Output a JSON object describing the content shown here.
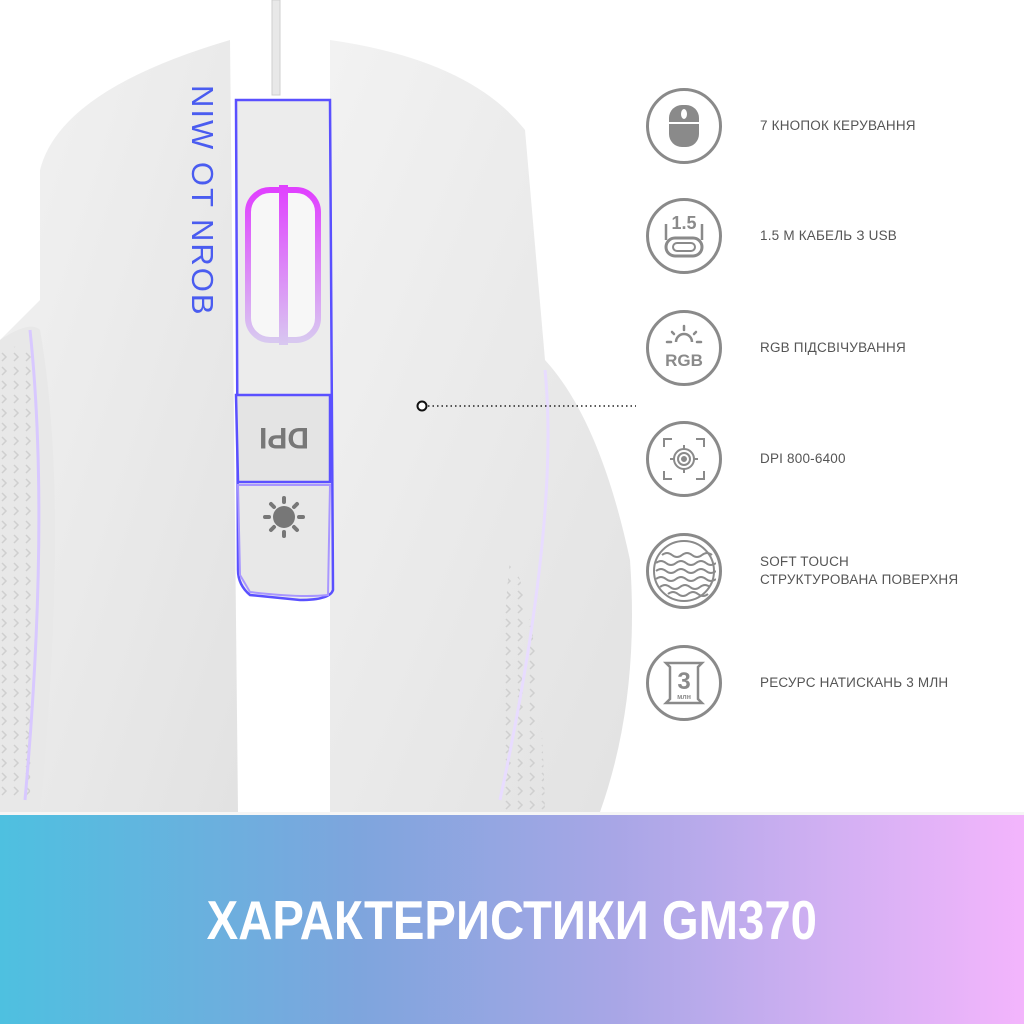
{
  "product": {
    "mouse_print_text": "BORN TO WIN",
    "dpi_button_label": "DPI"
  },
  "features": [
    {
      "icon": "mouse-icon",
      "label": "7 КНОПОК КЕРУВАННЯ"
    },
    {
      "icon": "usb-cable-icon",
      "icon_text": "1.5",
      "label": "1.5 М КАБЕЛЬ З USB"
    },
    {
      "icon": "rgb-light-icon",
      "icon_text": "RGB",
      "label": "RGB ПІДСВІЧУВАННЯ"
    },
    {
      "icon": "dpi-sensor-icon",
      "label": "DPI 800-6400"
    },
    {
      "icon": "soft-touch-texture-icon",
      "label_line1": "SOFT TOUCH",
      "label_line2": "СТРУКТУРОВАНА ПОВЕРХНЯ"
    },
    {
      "icon": "click-resource-icon",
      "icon_text": "3",
      "icon_subtext": "млн",
      "label": "РЕСУРС НАТИСКАНЬ 3 МЛН"
    }
  ],
  "banner": {
    "title": "ХАРАКТЕРИСТИКИ GM370",
    "gradient_start": "#4ec0e0",
    "gradient_mid": "#a8a6e6",
    "gradient_end": "#f3b5fc"
  }
}
